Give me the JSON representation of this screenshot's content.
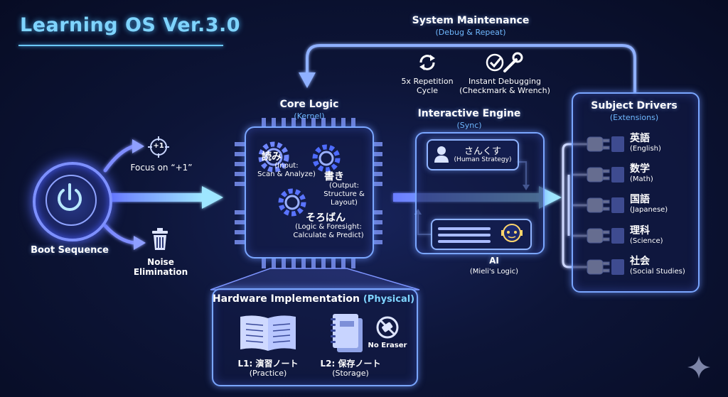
{
  "title": "Learning OS Ver.3.0",
  "maintenance": {
    "title": "System Maintenance",
    "subtitle": "(Debug & Repeat)",
    "repetition": "5x Repetition\nCycle",
    "debugging": "Instant Debugging\n(Checkmark & Wrench)"
  },
  "boot": {
    "title": "Boot Sequence",
    "focus": "Focus on “+1”",
    "plus": "+1",
    "noise": "Noise\nElimination"
  },
  "core": {
    "title": "Core Logic",
    "subtitle": "(Kernel)",
    "read_jp": "読み",
    "read_en": "(Input:\nScan & Analyze)",
    "write_jp": "書き",
    "write_en": "(Output:\nStructure &\nLayout)",
    "soroban_jp": "そろばん",
    "soroban_en": "(Logic & Foresight:\nCalculate & Predict)"
  },
  "engine": {
    "title": "Interactive Engine",
    "subtitle": "(Sync)",
    "human_jp": "さんくす",
    "human_en": "(Human Strategy)",
    "ai": "AI",
    "ai_sub": "(Mieli's Logic)"
  },
  "drivers": {
    "title": "Subject Drivers",
    "subtitle": "(Extensions)",
    "items": [
      {
        "jp": "英語",
        "en": "(English)"
      },
      {
        "jp": "数学",
        "en": "(Math)"
      },
      {
        "jp": "国語",
        "en": "(Japanese)"
      },
      {
        "jp": "理科",
        "en": "(Science)"
      },
      {
        "jp": "社会",
        "en": "(Social Studies)"
      }
    ]
  },
  "hardware": {
    "title": "Hardware Implementation",
    "title_tag": "(Physical)",
    "l1": "L1: 演習ノート",
    "l1_sub": "(Practice)",
    "l2": "L2: 保存ノート",
    "l2_sub": "(Storage)",
    "no_eraser": "No Eraser"
  },
  "colors": {
    "accent": "#7fd4ff",
    "line": "#8aa8ff",
    "bg": "#0b1230"
  }
}
